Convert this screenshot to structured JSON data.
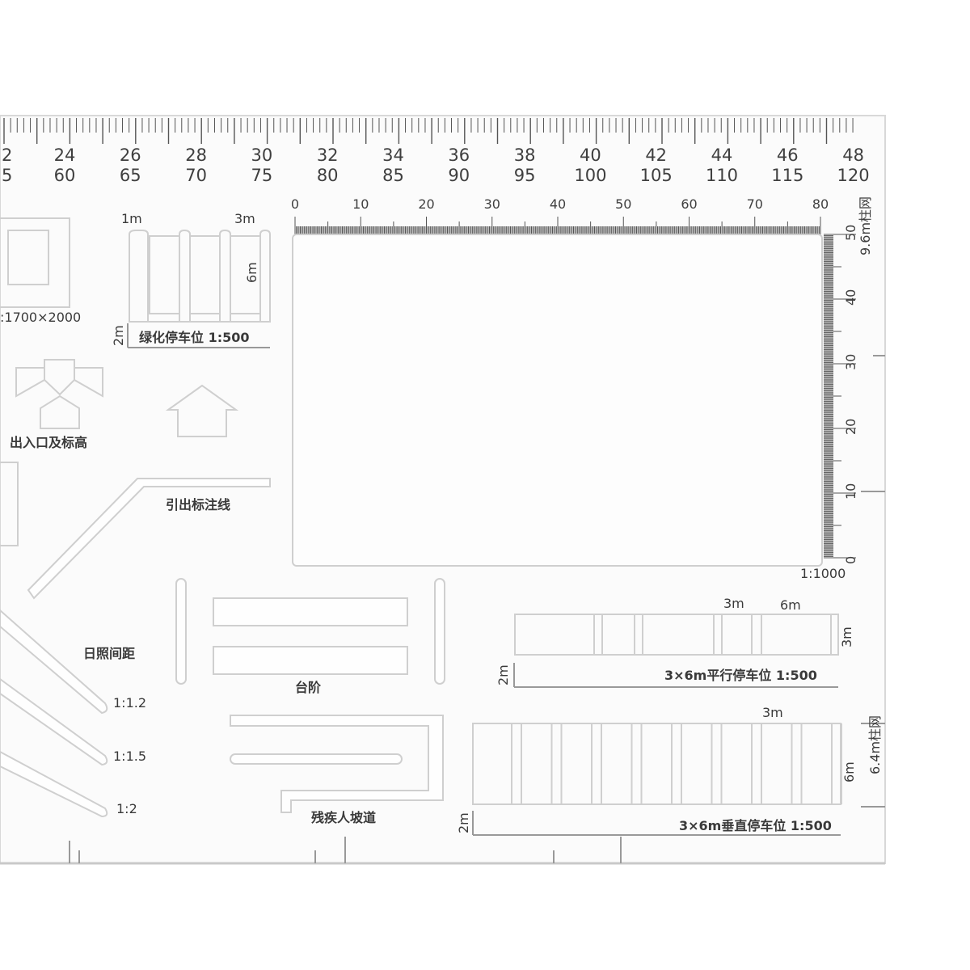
{
  "top_ruler": {
    "upper_labels": [
      "2",
      "24",
      "26",
      "28",
      "30",
      "32",
      "34",
      "36",
      "38",
      "40",
      "42",
      "44",
      "46",
      "48"
    ],
    "lower_labels": [
      "5",
      "60",
      "65",
      "70",
      "75",
      "80",
      "85",
      "90",
      "95",
      "100",
      "105",
      "110",
      "115",
      "120"
    ]
  },
  "inner_ruler": {
    "top_labels": [
      "0",
      "10",
      "20",
      "30",
      "40",
      "50",
      "60",
      "70",
      "80"
    ],
    "right_labels": [
      "50",
      "40",
      "30",
      "20",
      "10",
      "0"
    ],
    "scale_label": "1:1000",
    "column_grid_label": "9.6m柱网"
  },
  "green_parking": {
    "width_label": "1m",
    "span_label": "3m",
    "depth_label": "6m",
    "aisle_label": "2m",
    "title": "绿化停车位 1:500"
  },
  "left_labels": {
    "dimension": ":1700×2000",
    "entrance": "出入口及标高",
    "leader": "引出标注线",
    "sunlight": "日照间距",
    "ratio_1": "1:1.2",
    "ratio_2": "1:1.5",
    "ratio_3": "1:2"
  },
  "steps": {
    "title": "台阶"
  },
  "ramp": {
    "title": "残疾人坡道"
  },
  "parallel_parking": {
    "width_label": "3m",
    "length_label": "6m",
    "depth_label": "3m",
    "aisle_label": "2m",
    "title": "3×6m平行停车位 1:500"
  },
  "vertical_parking": {
    "width_label": "3m",
    "depth_label": "6m",
    "aisle_label": "2m",
    "grid_label": "6.4m柱网",
    "title": "3×6m垂直停车位 1:500"
  },
  "colors": {
    "plate": "#fbfbfb",
    "edge": "#dadada",
    "ink": "#3c3c3c"
  }
}
